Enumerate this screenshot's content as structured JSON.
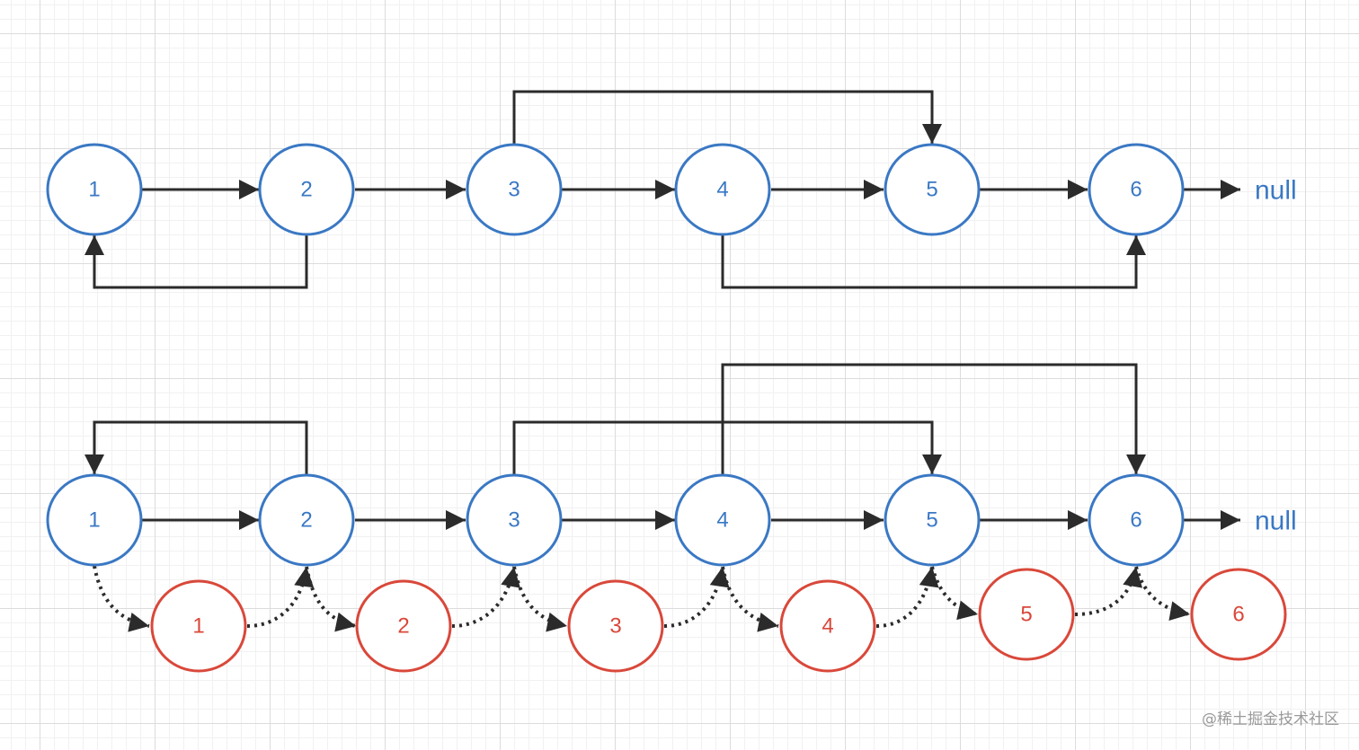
{
  "colors": {
    "original_node": "#3a78c4",
    "copy_node": "#d9483a",
    "edge": "#2b2b2b"
  },
  "top_diagram": {
    "nodes": [
      "1",
      "2",
      "3",
      "4",
      "5",
      "6"
    ],
    "null_label": "null"
  },
  "bottom_diagram": {
    "nodes": [
      "1",
      "2",
      "3",
      "4",
      "5",
      "6"
    ],
    "copy_nodes": [
      "1",
      "2",
      "3",
      "4",
      "5",
      "6"
    ],
    "null_label": "null"
  },
  "watermark": "@稀土掘金技术社区"
}
